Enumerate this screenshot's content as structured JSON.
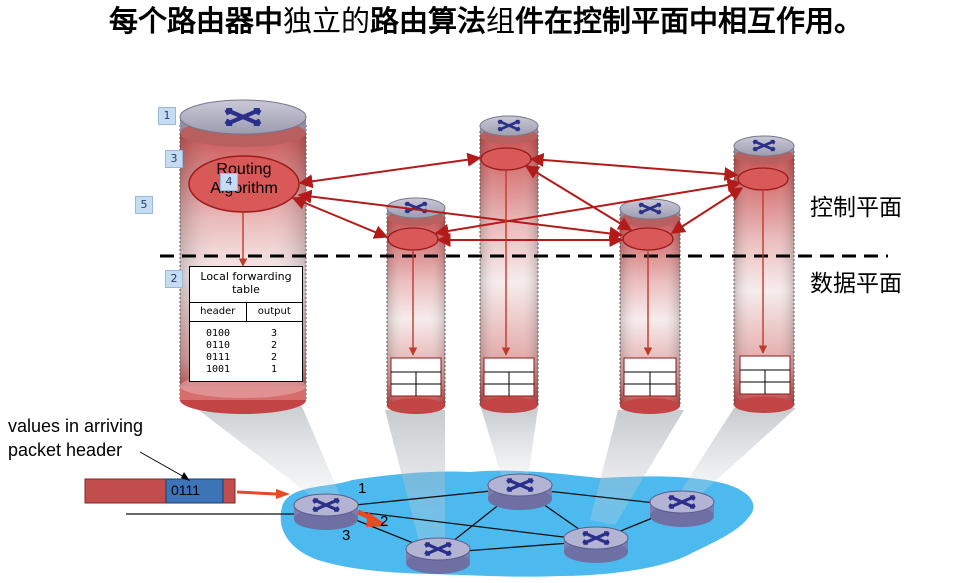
{
  "title": {
    "part1": "每个路由器中",
    "part2": "独立的",
    "part3": "路由算法",
    "part4": "组",
    "part5": "件在控制平面中相互作用。"
  },
  "labels": {
    "control_plane": "控制平面",
    "data_plane": "数据平面",
    "routing_algorithm_line1": "Routing",
    "routing_algorithm_line2": "Algorithm",
    "arriving_caption_line1": "values in arriving",
    "arriving_caption_line2": "packet header",
    "packet_value": "0111"
  },
  "badges": [
    "1",
    "3",
    "4",
    "5",
    "2"
  ],
  "forwarding_table": {
    "title_line1": "Local forwarding",
    "title_line2": "table",
    "headers": [
      "header",
      "output"
    ],
    "rows": [
      [
        "0100",
        "3"
      ],
      [
        "0110",
        "2"
      ],
      [
        "0111",
        "2"
      ],
      [
        "1001",
        "1"
      ]
    ]
  },
  "ports": [
    "1",
    "2",
    "3"
  ],
  "colors": {
    "router_top": "#a7a7b9",
    "router_body_gradient_top": "#d45a5a",
    "router_body_light": "#f6e6e6",
    "control_node": "#d64c4c",
    "arrow": "#b31b1b",
    "network_cloud": "#46b8ee",
    "packet_body": "#c24d4d",
    "packet_header": "#3c74b7",
    "forward_arrow": "#e84a23"
  }
}
